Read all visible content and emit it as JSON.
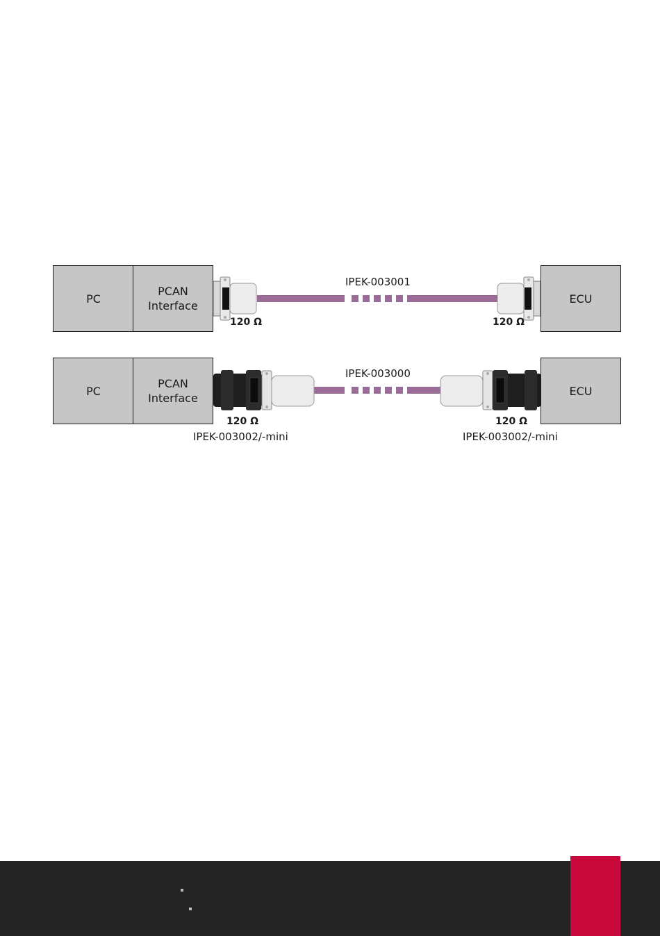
{
  "row1": {
    "pc": "PC",
    "interface": "PCAN\nInterface",
    "ecu": "ECU",
    "cable": "IPEK-003001",
    "left_resistor": "120 Ω",
    "right_resistor": "120 Ω"
  },
  "row2": {
    "pc": "PC",
    "interface": "PCAN\nInterface",
    "ecu": "ECU",
    "cable": "IPEK-003000",
    "left_resistor": "120 Ω",
    "right_resistor": "120 Ω",
    "left_adapter": "IPEK-003002/-mini",
    "right_adapter": "IPEK-003002/-mini"
  },
  "colors": {
    "cable": "#9a6b95",
    "box_fill": "#c6c6c6",
    "footer": "#242424",
    "accent": "#c8073a"
  }
}
